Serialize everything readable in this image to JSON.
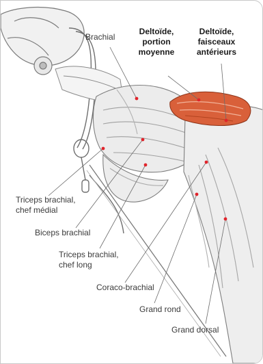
{
  "labels": {
    "brachial": "Brachial",
    "deltoide_moyenne_1": "Deltoïde,",
    "deltoide_moyenne_2": "portion",
    "deltoide_moyenne_3": "moyenne",
    "deltoide_ant_1": "Deltoïde,",
    "deltoide_ant_2": "faisceaux",
    "deltoide_ant_3": "antérieurs",
    "triceps_medial_1": "Triceps brachial,",
    "triceps_medial_2": "chef médial",
    "biceps": "Biceps brachial",
    "triceps_long_1": "Triceps brachial,",
    "triceps_long_2": "chef long",
    "coraco": "Coraco-brachial",
    "grand_rond": "Grand rond",
    "grand_dorsal": "Grand dorsal"
  },
  "colors": {
    "highlight_muscle": "#d9603a",
    "marker_dot": "#e0242b",
    "leader_line": "#6b6b6b",
    "sketch_line": "#7a7a7a"
  }
}
